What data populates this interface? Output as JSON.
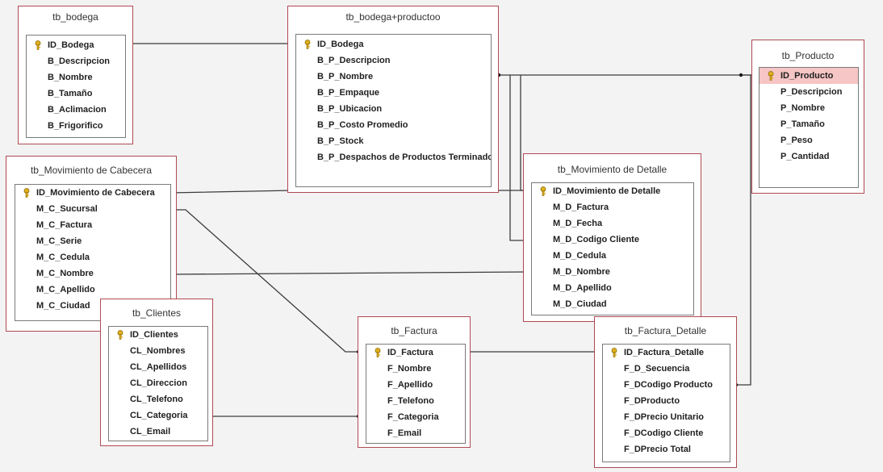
{
  "tables": {
    "bodega": {
      "title": "tb_bodega",
      "fields": [
        "ID_Bodega",
        "B_Descripcion",
        "B_Nombre",
        "B_Tamaño",
        "B_Aclimacion",
        "B_Frigorifico"
      ]
    },
    "bodega_producto": {
      "title": "tb_bodega+productoo",
      "fields": [
        "ID_Bodega",
        "B_P_Descripcion",
        "B_P_Nombre",
        "B_P_Empaque",
        "B_P_Ubicacion",
        "B_P_Costo Promedio",
        "B_P_Stock",
        "B_P_Despachos de Productos Terminados"
      ]
    },
    "producto": {
      "title": "tb_Producto",
      "fields": [
        "ID_Producto",
        "P_Descripcion",
        "P_Nombre",
        "P_Tamaño",
        "P_Peso",
        "P_Cantidad"
      ]
    },
    "mov_cabecera": {
      "title": "tb_Movimiento de Cabecera",
      "fields": [
        "ID_Movimiento de Cabecera",
        "M_C_Sucursal",
        "M_C_Factura",
        "M_C_Serie",
        "M_C_Cedula",
        "M_C_Nombre",
        "M_C_Apellido",
        "M_C_Ciudad"
      ]
    },
    "mov_detalle": {
      "title": "tb_Movimiento de Detalle",
      "fields": [
        "ID_Movimiento de Detalle",
        "M_D_Factura",
        "M_D_Fecha",
        "M_D_Codigo Cliente",
        "M_D_Cedula",
        "M_D_Nombre",
        "M_D_Apellido",
        "M_D_Ciudad"
      ]
    },
    "clientes": {
      "title": "tb_Clientes",
      "fields": [
        "ID_Clientes",
        "CL_Nombres",
        "CL_Apellidos",
        "CL_Direccion",
        "CL_Telefono",
        "CL_Categoria",
        "CL_Email"
      ]
    },
    "factura": {
      "title": "tb_Factura",
      "fields": [
        "ID_Factura",
        "F_Nombre",
        "F_Apellido",
        "F_Telefono",
        "F_Categoria",
        "F_Email"
      ]
    },
    "factura_detalle": {
      "title": "tb_Factura_Detalle",
      "fields": [
        "ID_Factura_Detalle",
        "F_D_Secuencia",
        "F_DCodigo Producto",
        "F_DProducto",
        "F_DPrecio Unitario",
        "F_DCodigo Cliente",
        "F_DPrecio Total"
      ]
    }
  },
  "colors": {
    "border": "#b04a53",
    "selected_row": "#f6c5c5",
    "line": "#3c3c3c",
    "key": "#e0b020"
  }
}
